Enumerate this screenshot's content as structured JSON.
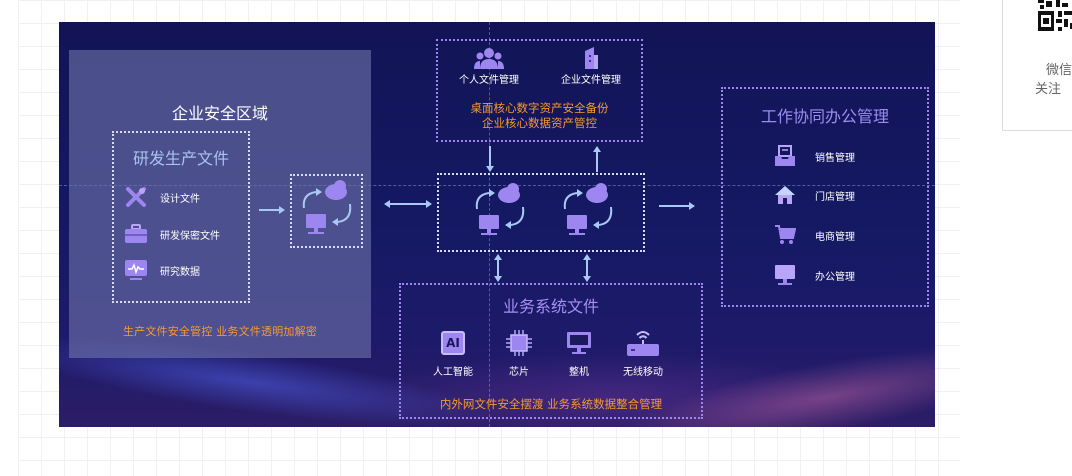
{
  "colors": {
    "background": "#121456",
    "accent_orange": "#f59a2e",
    "icon_purple": "#9d86f0",
    "title_lavender": "#9c8df0",
    "subtitle_blue": "#a9c3f0"
  },
  "left_zone": {
    "title": "企业安全区域",
    "rd_box": {
      "title": "研发生产文件",
      "items": [
        {
          "icon": "tools-icon",
          "label": "设计文件"
        },
        {
          "icon": "briefcase-icon",
          "label": "研发保密文件"
        },
        {
          "icon": "monitor-chart-icon",
          "label": "研究数据"
        }
      ]
    },
    "footer": "生产文件安全管控   业务文件透明加解密"
  },
  "top_box": {
    "items": [
      {
        "icon": "users-icon",
        "label": "个人文件管理"
      },
      {
        "icon": "building-icon",
        "label": "企业文件管理"
      }
    ],
    "line1": "桌面核心数字资产安全备份",
    "line2": "企业核心数据资产管控"
  },
  "right_box": {
    "title": "工作协同办公管理",
    "items": [
      {
        "icon": "inbox-icon",
        "label": "销售管理"
      },
      {
        "icon": "home-icon",
        "label": "门店管理"
      },
      {
        "icon": "cart-icon",
        "label": "电商管理"
      },
      {
        "icon": "monitor-icon",
        "label": "办公管理"
      }
    ]
  },
  "bottom_box": {
    "title": "业务系统文件",
    "items": [
      {
        "icon": "ai-icon",
        "label": "人工智能",
        "glyph": "AI"
      },
      {
        "icon": "chip-icon",
        "label": "芯片"
      },
      {
        "icon": "monitor-icon",
        "label": "整机"
      },
      {
        "icon": "router-icon",
        "label": "无线移动"
      }
    ],
    "footer": "内外网文件安全摆渡  业务系统数据整合管理"
  },
  "qr_card": {
    "line1": "微信",
    "line2": "关注"
  }
}
